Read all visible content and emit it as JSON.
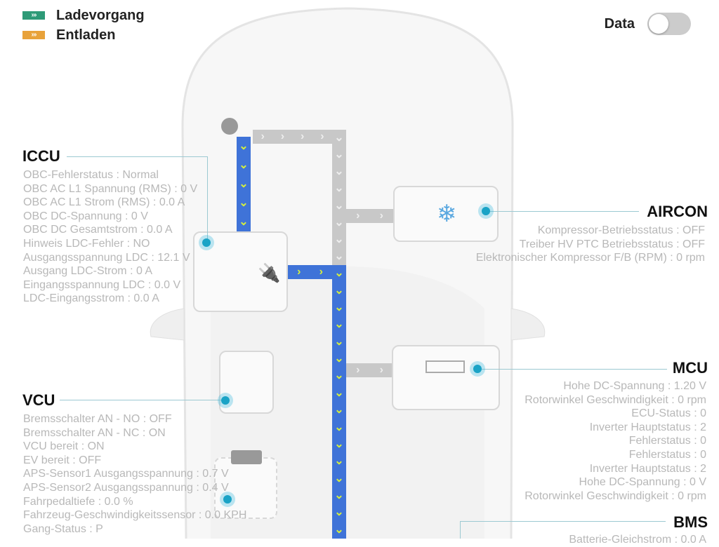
{
  "legend": [
    {
      "label": "Ladevorgang",
      "color": "#2e9a77"
    },
    {
      "label": "Entladen",
      "color": "#e8a23a"
    }
  ],
  "data_toggle": {
    "label": "Data",
    "on": false
  },
  "colors": {
    "charge_path": "#3f73d8",
    "arrow": "#d6f03c",
    "idle_path": "#c8c8c8",
    "dot": "#1aa3c6"
  },
  "iccu": {
    "title": "ICCU",
    "lines": [
      "OBC-Fehlerstatus : Normal",
      "OBC AC L1 Spannung (RMS) : 0 V",
      "OBC AC L1 Strom (RMS) : 0.0 A",
      "OBC DC-Spannung : 0 V",
      "OBC DC Gesamtstrom : 0.0 A",
      "Hinweis LDC-Fehler : NO",
      "Ausgangsspannung LDC : 12.1 V",
      "Ausgang LDC-Strom : 0 A",
      "Eingangsspannung LDC : 0.0 V",
      "LDC-Eingangsstrom : 0.0 A"
    ]
  },
  "vcu": {
    "title": "VCU",
    "lines": [
      "Bremsschalter AN - NO : OFF",
      "Bremsschalter AN - NC : ON",
      "VCU bereit : ON",
      "EV bereit : OFF",
      "APS-Sensor1 Ausgangsspannung : 0.7 V",
      "APS-Sensor2 Ausgangsspannung : 0.4 V",
      "Fahrpedaltiefe : 0.0 %",
      "Fahrzeug-Geschwindigkeitssensor : 0.0 KPH",
      "Gang-Status : P"
    ]
  },
  "aircon": {
    "title": "AIRCON",
    "lines": [
      "Kompressor-Betriebsstatus : OFF",
      "Treiber HV PTC Betriebsstatus : OFF",
      "Elektronischer Kompressor F/B (RPM) : 0 rpm"
    ]
  },
  "mcu": {
    "title": "MCU",
    "lines": [
      "Hohe DC-Spannung : 1.20 V",
      "Rotorwinkel Geschwindigkeit : 0 rpm",
      "ECU-Status : 0",
      "Inverter Hauptstatus : 2",
      "Fehlerstatus : 0",
      "Fehlerstatus : 0",
      "Inverter Hauptstatus : 2",
      "Hohe DC-Spannung : 0 V",
      "Rotorwinkel Geschwindigkeit : 0 rpm"
    ]
  },
  "bms": {
    "title": "BMS",
    "lines": [
      "Batterie-Gleichstrom : 0.0 A"
    ]
  }
}
